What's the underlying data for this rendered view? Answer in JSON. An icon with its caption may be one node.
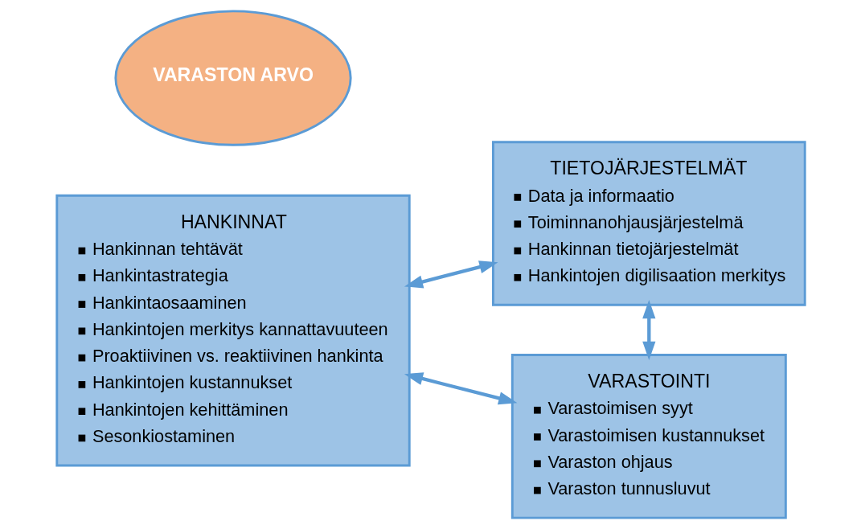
{
  "diagram": {
    "nodes": [
      {
        "text": [
          "HANKINNAT",
          "Hankinnan tehtävät",
          "Hankintastrategia",
          "Hankintaosaaminen",
          "Hankintojen merkitys kannattavuuteen",
          "Proaktiivinen vs. reaktiivinen hankinta",
          "Hankintojen kustannukset",
          "Hankintojen kehittäminen",
          "Sesonkiostaminen"
        ]
      },
      {
        "text": [
          "TIETOJÄRJESTELMÄT",
          "Data ja informaatio",
          "Toiminnanohjausjärjestelmä",
          "Hankinnan tietojärjestelmät",
          "Hankintojen digilisaation merkitys"
        ]
      },
      {
        "text": [
          "VARASTOINTI",
          "Varastoimisen syyt",
          "Varastoimisen kustannukset",
          "Varaston ohjaus",
          "Varaston tunnusluvut"
        ]
      },
      {
        "text": [
          "VARASTON ARVO"
        ]
      }
    ],
    "edges": [
      {
        "from": 0,
        "to": 1,
        "arrow": "both"
      },
      {
        "from": 1,
        "to": 2,
        "arrow": "both"
      },
      {
        "from": 0,
        "to": 2,
        "arrow": "both"
      }
    ]
  }
}
